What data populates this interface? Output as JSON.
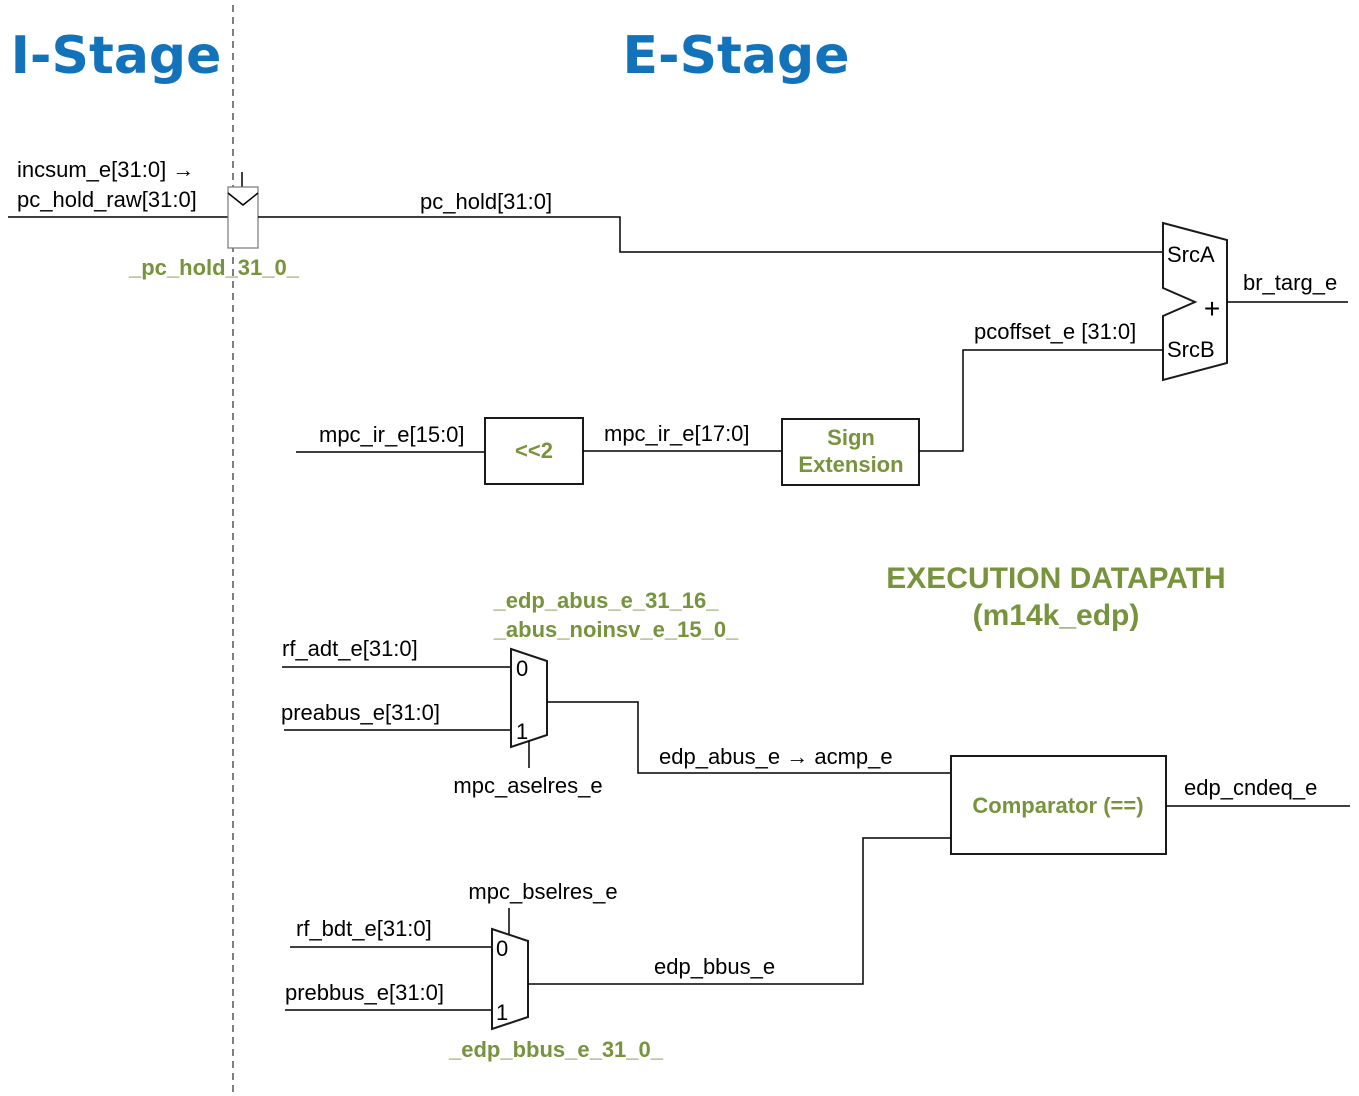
{
  "colors": {
    "stage_blue": "#1273bb",
    "module_green": "#77933c",
    "wire": "#000000"
  },
  "stages": {
    "i_stage": "I-Stage",
    "e_stage": "E-Stage"
  },
  "pc_hold_path": {
    "input_label_line1": "incsum_e[31:0] →",
    "input_label_line2": "pc_hold_raw[31:0]",
    "register_name": "_pc_hold_31_0_",
    "output_label": "pc_hold[31:0]"
  },
  "adder": {
    "src_a": "SrcA",
    "src_b": "SrcB",
    "op": "+",
    "output_label": "br_targ_e",
    "src_b_input_label": "pcoffset_e [31:0]"
  },
  "offset_path": {
    "input_label": "mpc_ir_e[15:0]",
    "shift_block": "<<2",
    "shifted_label": "mpc_ir_e[17:0]",
    "sign_ext_line1": "Sign",
    "sign_ext_line2": "Extension"
  },
  "module_title": {
    "line1": "EXECUTION DATAPATH",
    "line2": "(m14k_edp)"
  },
  "abus_mux": {
    "name_line1": "_edp_abus_e_31_16_",
    "name_line2": "_abus_noinsv_e_15_0_",
    "input0_label": "rf_adt_e[31:0]",
    "input1_label": "preabus_e[31:0]",
    "sel0": "0",
    "sel1": "1",
    "select_label": "mpc_aselres_e",
    "output_label": "edp_abus_e → acmp_e"
  },
  "bbus_mux": {
    "name": "_edp_bbus_e_31_0_",
    "input0_label": "rf_bdt_e[31:0]",
    "input1_label": "prebbus_e[31:0]",
    "sel0": "0",
    "sel1": "1",
    "select_label": "mpc_bselres_e",
    "output_label": "edp_bbus_e"
  },
  "comparator": {
    "label": "Comparator (==)",
    "output_label": "edp_cndeq_e"
  }
}
